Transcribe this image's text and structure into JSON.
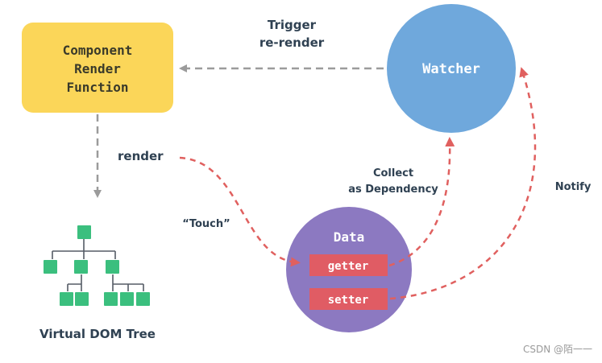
{
  "nodes": {
    "component_render_function": {
      "lines": [
        "Component",
        "Render",
        "Function"
      ]
    },
    "watcher": {
      "label": "Watcher"
    },
    "data": {
      "label": "Data",
      "getter": "getter",
      "setter": "setter"
    },
    "virtual_dom_tree": {
      "label": "Virtual DOM Tree"
    }
  },
  "edges": {
    "trigger_rerender": {
      "lines": [
        "Trigger",
        "re-render"
      ]
    },
    "render": {
      "label": "render"
    },
    "touch": {
      "label": "“Touch”"
    },
    "collect_dependency": {
      "lines": [
        "Collect",
        "as Dependency"
      ]
    },
    "notify": {
      "label": "Notify"
    }
  },
  "watermark": "CSDN @陌一一",
  "colors": {
    "component_box": "#fbd659",
    "watcher_circle": "#6fa8dc",
    "data_circle": "#8c79c1",
    "getter_setter_box": "#e05c64",
    "tree_node": "#3bbf7e",
    "arrow_red": "#e0605f",
    "arrow_gray": "#9b9b9b",
    "label_text": "#2f4152",
    "node_text": "#ffffff",
    "component_text": "#3a3a2a"
  }
}
